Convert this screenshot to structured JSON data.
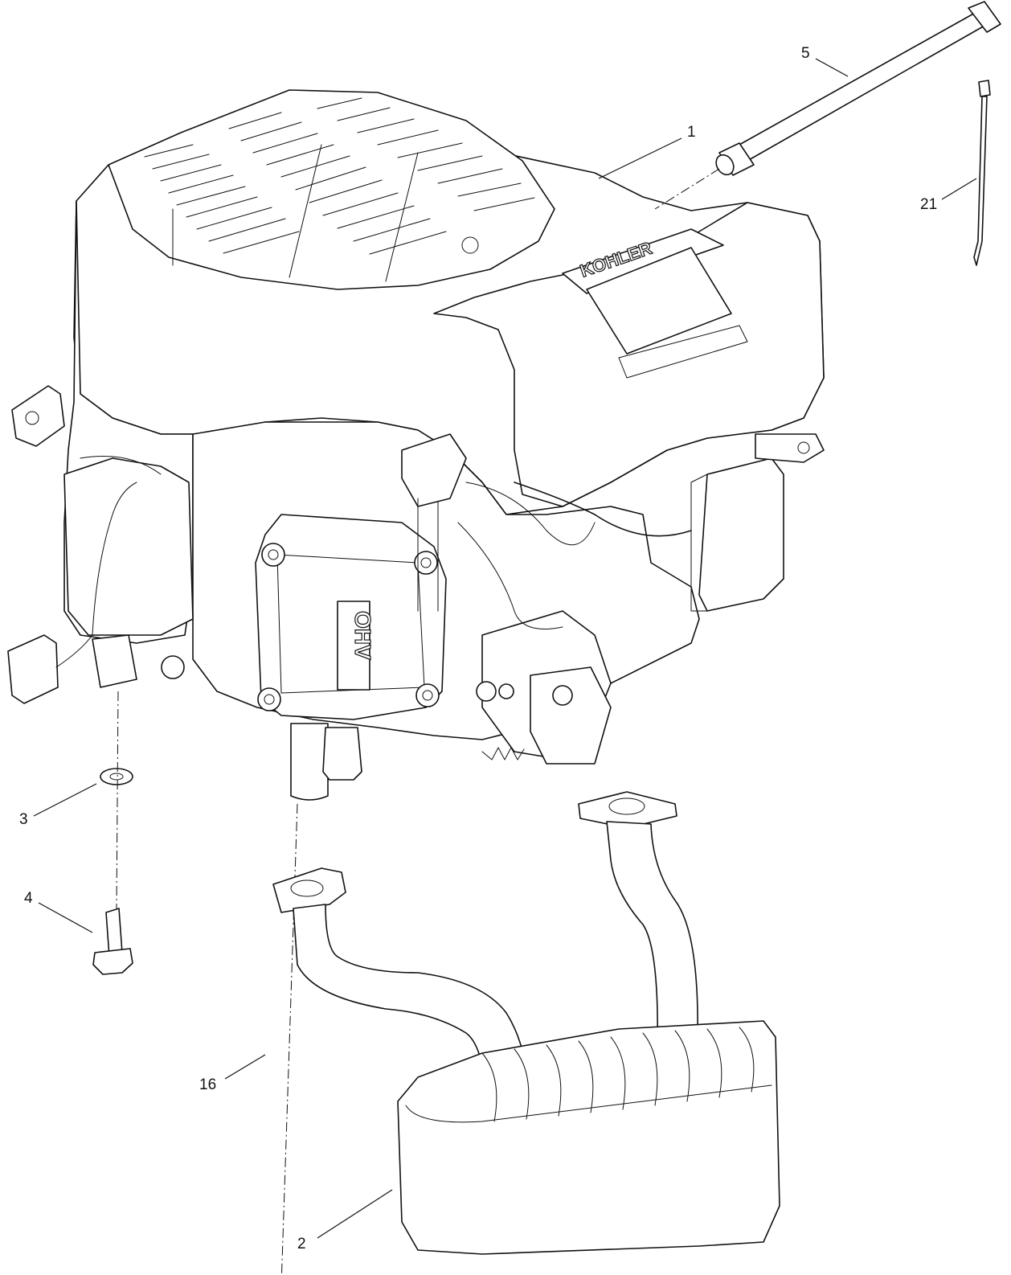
{
  "diagram": {
    "engine_brand_logo": "KOHLER",
    "valve_cover_logo": "OHV",
    "callouts": [
      {
        "id": "c1",
        "label": "1"
      },
      {
        "id": "c2",
        "label": "2"
      },
      {
        "id": "c3",
        "label": "3"
      },
      {
        "id": "c4",
        "label": "4"
      },
      {
        "id": "c5",
        "label": "5"
      },
      {
        "id": "c16",
        "label": "16"
      },
      {
        "id": "c21",
        "label": "21"
      }
    ]
  },
  "colors": {
    "line": "#111111",
    "background": "#ffffff"
  }
}
